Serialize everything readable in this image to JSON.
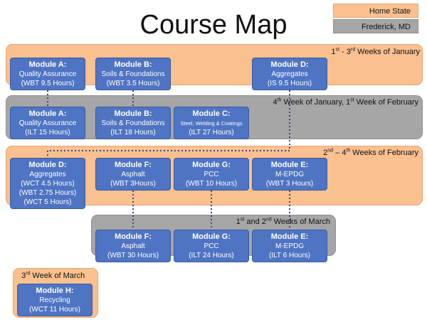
{
  "title": "Course Map",
  "legend": {
    "home_state": {
      "label": "Home State",
      "color": "#fac090"
    },
    "frederick": {
      "label": "Frederick, MD",
      "color": "#a6a6a6"
    }
  },
  "bands": {
    "jan": {
      "ord1": "st",
      "ord2": "rd",
      "n1": "1",
      "sep": " - ",
      "n2": "3",
      "text": " Weeks of January"
    },
    "janfeb": {
      "n1": "4",
      "ord1": "th",
      "mid": " Week of January, ",
      "n2": "1",
      "ord2": "st",
      "text": " Week of February"
    },
    "feb": {
      "n1": "2",
      "ord1": "nd",
      "sep": " – ",
      "n2": "4",
      "ord2": "th",
      "text": " Weeks of February"
    },
    "mar": {
      "n1": "1",
      "ord1": "st",
      "mid": " and ",
      "n2": "2",
      "ord2": "nd",
      "text": " Weeks of March"
    },
    "mar3": {
      "n1": "3",
      "ord1": "rd",
      "text": " Week of March"
    }
  },
  "modules": {
    "a1": {
      "head": "Module A:",
      "l1": "Quality Assurance",
      "l2": "(WBT 9.5 Hours)"
    },
    "b1": {
      "head": "Module B:",
      "l1": "Soils & Foundations",
      "l2": "(WBT 3.5 Hours)"
    },
    "d1": {
      "head": "Module D:",
      "l1": "Aggregates",
      "l2": "(IS 9.5 Hours)"
    },
    "a2": {
      "head": "Module A:",
      "l1": "Quality Assurance",
      "l2": "(ILT 15 Hours)"
    },
    "b2": {
      "head": "Module B:",
      "l1": "Soils & Foundations",
      "l2": "(ILT 18 Hours)"
    },
    "c2": {
      "head": "Module C:",
      "l1": "Steel, Welding & Coatings",
      "l2": "(ILT 27 Hours)"
    },
    "d3": {
      "head": "Module D:",
      "l1": "Aggregates",
      "l2": "(WCT 4.5 Hours)",
      "l3": "(WBT 2.75 Hours)",
      "l4": "(WCT 5 Hours)"
    },
    "f3": {
      "head": "Module F:",
      "l1": "Asphalt",
      "l2": "(WBT 3Hours)"
    },
    "g3": {
      "head": "Module G:",
      "l1": "PCC",
      "l2": "(WBT 10 Hours)"
    },
    "e3": {
      "head": "Module E:",
      "l1": "M-EPDG",
      "l2": "(WBT 3 Hours)"
    },
    "f4": {
      "head": "Module F:",
      "l1": "Asphalt",
      "l2": "(WBT 30 Hours)"
    },
    "g4": {
      "head": "Module G:",
      "l1": "PCC",
      "l2": "(ILT 24 Hours)"
    },
    "e4": {
      "head": "Module E:",
      "l1": "M-EPDG",
      "l2": "(ILT 6 Hours)"
    },
    "h5": {
      "head": "Module H:",
      "l1": "Recycling",
      "l2": "(WCT 11 Hours)"
    }
  }
}
